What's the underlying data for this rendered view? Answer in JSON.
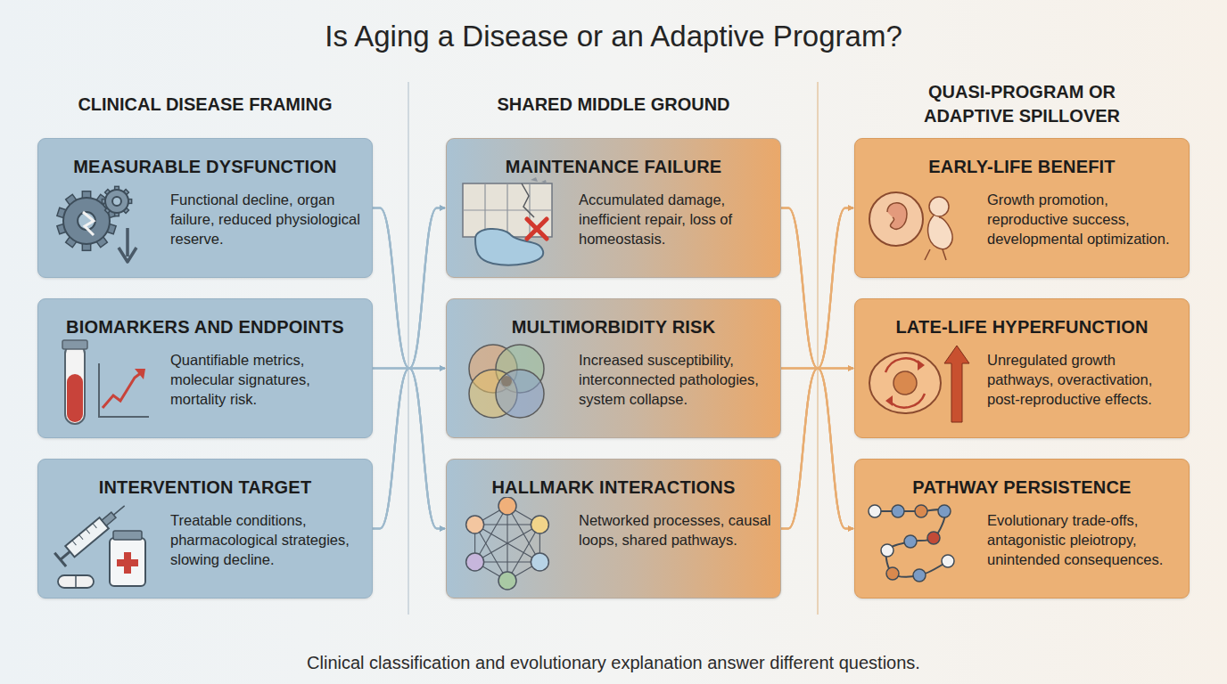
{
  "diagram": {
    "title": "Is Aging a Disease or an Adaptive Program?",
    "caption": "Clinical classification and evolutionary explanation answer different questions.",
    "nodes": [
      {
        "text": [
          "MEASURABLE DYSFUNCTION",
          "Functional decline, organ failure, reduced physiological reserve."
        ]
      },
      {
        "text": [
          "BIOMARKERS AND ENDPOINTS",
          "Quantifiable metrics, molecular signatures, mortality risk."
        ]
      },
      {
        "text": [
          "INTERVENTION TARGET",
          "Treatable conditions, pharmacological strategies, slowing decline."
        ]
      },
      {
        "text": [
          "MAINTENANCE FAILURE",
          "Accumulated damage, inefficient repair, loss of homeostasis."
        ]
      },
      {
        "text": [
          "MULTIMORBIDITY RISK",
          "Increased susceptibility, interconnected pathologies, system collapse."
        ]
      },
      {
        "text": [
          "HALLMARK INTERACTIONS",
          "Networked processes, causal loops, shared pathways."
        ]
      },
      {
        "text": [
          "EARLY-LIFE BENEFIT",
          "Growth promotion, reproductive success, developmental optimization."
        ]
      },
      {
        "text": [
          "LATE-LIFE HYPERFUNCTION",
          "Unregulated growth pathways, overactivation, post-reproductive effects."
        ]
      },
      {
        "text": [
          "PATHWAY PERSISTENCE",
          "Evolutionary trade-offs, antagonistic pleiotropy, unintended consequences."
        ]
      }
    ],
    "edges": [
      {
        "from": 0,
        "to": 3,
        "arrow": "to"
      },
      {
        "from": 0,
        "to": 4,
        "arrow": "to"
      },
      {
        "from": 0,
        "to": 5,
        "arrow": "to"
      },
      {
        "from": 1,
        "to": 3,
        "arrow": "to"
      },
      {
        "from": 1,
        "to": 4,
        "arrow": "to"
      },
      {
        "from": 1,
        "to": 5,
        "arrow": "to"
      },
      {
        "from": 2,
        "to": 3,
        "arrow": "to"
      },
      {
        "from": 2,
        "to": 4,
        "arrow": "to"
      },
      {
        "from": 2,
        "to": 5,
        "arrow": "to"
      },
      {
        "from": 3,
        "to": 6,
        "arrow": "to"
      },
      {
        "from": 3,
        "to": 7,
        "arrow": "to"
      },
      {
        "from": 3,
        "to": 8,
        "arrow": "to"
      },
      {
        "from": 4,
        "to": 6,
        "arrow": "to"
      },
      {
        "from": 4,
        "to": 7,
        "arrow": "to"
      },
      {
        "from": 4,
        "to": 8,
        "arrow": "to"
      },
      {
        "from": 5,
        "to": 6,
        "arrow": "to"
      },
      {
        "from": 5,
        "to": 7,
        "arrow": "to"
      },
      {
        "from": 5,
        "to": 8,
        "arrow": "to"
      }
    ],
    "labels": [
      "CLINICAL DISEASE FRAMING",
      "SHARED MIDDLE GROUND",
      "QUASI-PROGRAM OR ADAPTIVE SPILLOVER"
    ]
  }
}
